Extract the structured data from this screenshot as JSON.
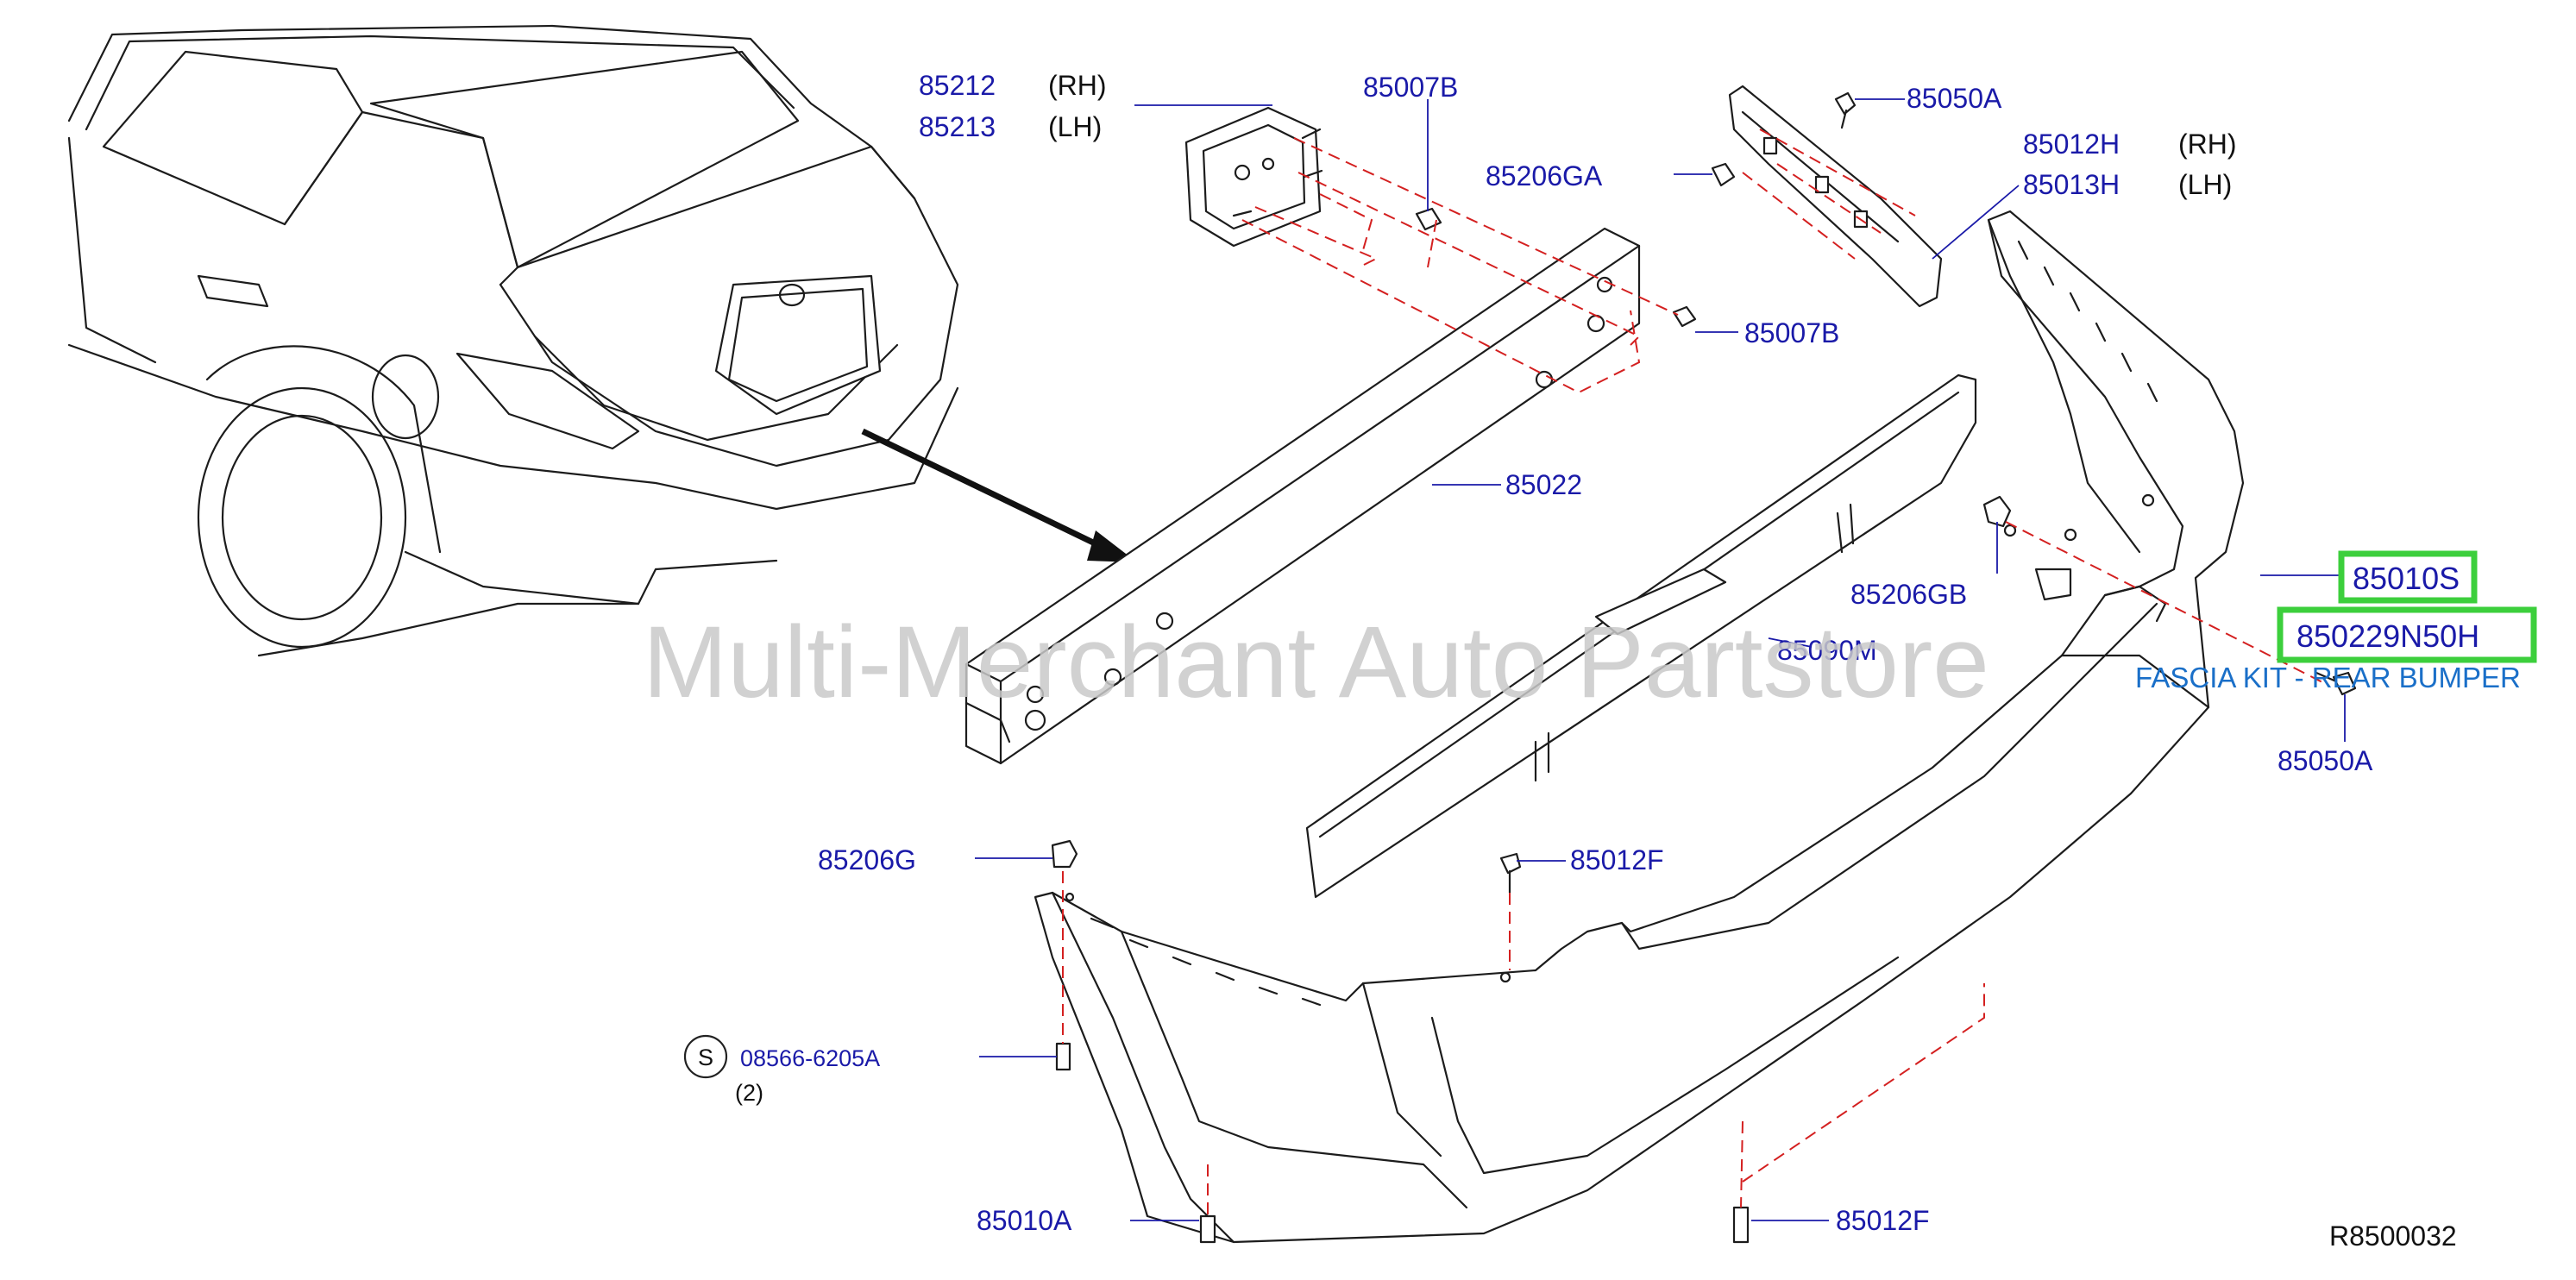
{
  "diagram": {
    "ref_code": "R8500032",
    "watermark": "Multi-Merchant Auto Partstore",
    "labels": {
      "p85212": "85212",
      "p85212_side": "(RH)",
      "p85213": "85213",
      "p85213_side": "(LH)",
      "p85007b_top": "85007B",
      "p85206ga": "85206GA",
      "p85050a_top": "85050A",
      "p85012h": "85012H",
      "p85012h_side": "(RH)",
      "p85013h": "85013H",
      "p85013h_side": "(LH)",
      "p85007b_mid": "85007B",
      "p85022": "85022",
      "p85206gb": "85206GB",
      "p85090m": "85090M",
      "p85010s": "85010S",
      "p850229n50h": "850229N50H",
      "fascia_kit": "FASCIA KIT - REAR BUMPER",
      "p85050a_right": "85050A",
      "p85206g": "85206G",
      "p85012f_mid": "85012F",
      "s_symbol": "S",
      "p08566": "08566-6205A",
      "qty_2": "(2)",
      "p85010a": "85010A",
      "p85012f_bottom": "85012F"
    },
    "highlight_color": "#3ccf3c",
    "label_color": "#1a1aa8",
    "dash_color": "#d42020"
  }
}
